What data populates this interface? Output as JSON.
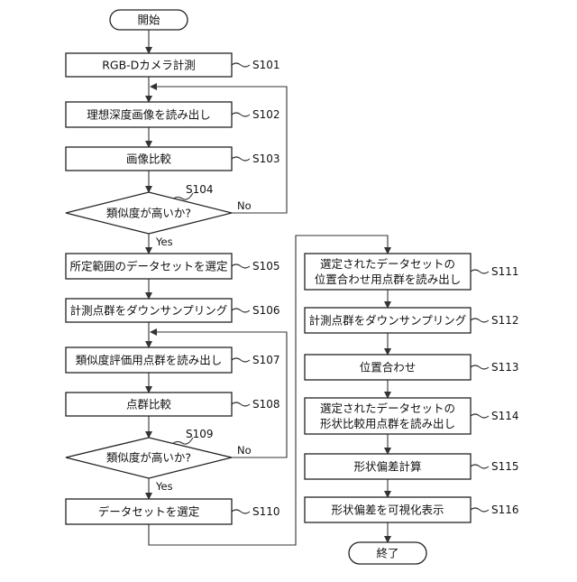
{
  "flowchart": {
    "start": "開始",
    "end": "終了",
    "yes": "Yes",
    "no": "No",
    "left": [
      {
        "step": "S101",
        "text": "RGB-Dカメラ計測"
      },
      {
        "step": "S102",
        "text": "理想深度画像を読み出し"
      },
      {
        "step": "S103",
        "text": "画像比較"
      },
      {
        "step": "S104",
        "text": "類似度が高いか?"
      },
      {
        "step": "S105",
        "text": "所定範囲のデータセットを選定"
      },
      {
        "step": "S106",
        "text": "計測点群をダウンサンプリング"
      },
      {
        "step": "S107",
        "text": "類似度評価用点群を読み出し"
      },
      {
        "step": "S108",
        "text": "点群比較"
      },
      {
        "step": "S109",
        "text": "類似度が高いか?"
      },
      {
        "step": "S110",
        "text": "データセットを選定"
      }
    ],
    "right": [
      {
        "step": "S111",
        "line1": "選定されたデータセットの",
        "line2": "位置合わせ用点群を読み出し"
      },
      {
        "step": "S112",
        "text": "計測点群をダウンサンプリング"
      },
      {
        "step": "S113",
        "text": "位置合わせ"
      },
      {
        "step": "S114",
        "line1": "選定されたデータセットの",
        "line2": "形状比較用点群を読み出し"
      },
      {
        "step": "S115",
        "text": "形状偏差計算"
      },
      {
        "step": "S116",
        "text": "形状偏差を可視化表示"
      }
    ]
  }
}
